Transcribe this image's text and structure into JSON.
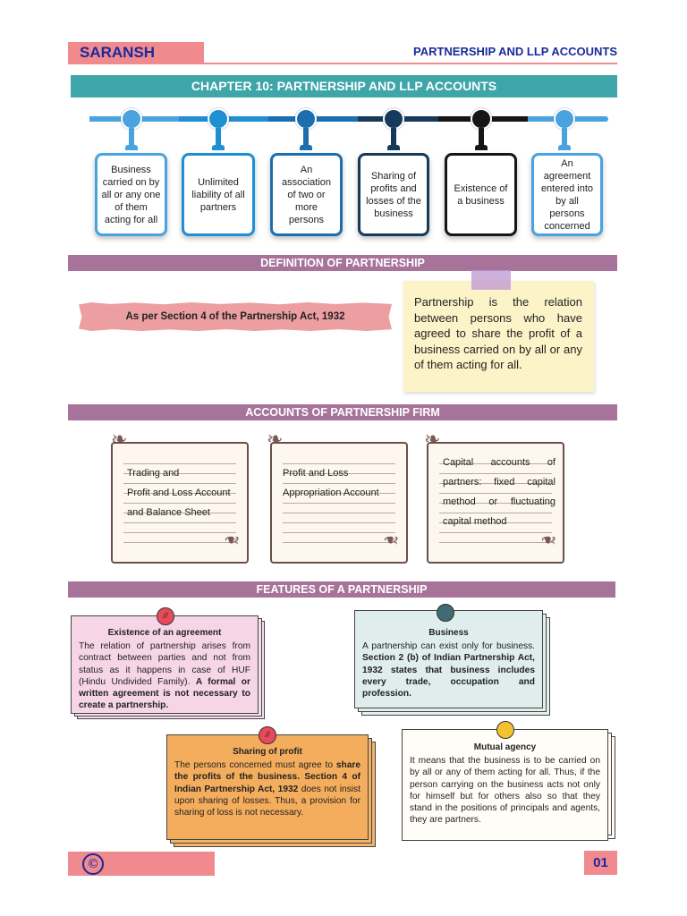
{
  "header": {
    "brand": "SARANSH",
    "title": "PARTNERSHIP AND LLP ACCOUNTS"
  },
  "chapter_title": "CHAPTER 10:  PARTNERSHIP AND LLP ACCOUNTS",
  "timeline": [
    {
      "text": "Business carried on by all or any one of them acting for all",
      "color": "#4aa3de"
    },
    {
      "text": "Unlimited liability of all partners",
      "color": "#1f8fd4"
    },
    {
      "text": "An association of two or more persons",
      "color": "#1b6fb0"
    },
    {
      "text": "Sharing of profits and losses of the business",
      "color": "#163a5c"
    },
    {
      "text": "Existence of a business",
      "color": "#161616"
    },
    {
      "text": "An agreement entered into by all persons concerned",
      "color": "#4aa3de"
    }
  ],
  "definition": {
    "heading": "DEFINITION OF PARTNERSHIP",
    "source": "As per Section 4 of the Partnership Act, 1932",
    "text": "Partnership is the relation between persons who have agreed to share the profit of a business carried on by all or any of them acting for all."
  },
  "accounts": {
    "heading": "ACCOUNTS OF PARTNERSHIP FIRM",
    "items": [
      [
        "Trading and",
        "Profit and Loss Account",
        "and Balance Sheet"
      ],
      [
        "Profit and Loss",
        "Appropriation Account"
      ],
      [
        "Capital accounts of",
        "partners: fixed capital",
        "method or fluctuating",
        "capital method"
      ]
    ]
  },
  "features": {
    "heading": "FEATURES OF A PARTNERSHIP",
    "agreement": {
      "title": "Existence of an agreement",
      "text": "The relation of partnership arises from contract between parties and not from status as it happens in case of HUF (Hindu Undivided Family). ",
      "bold": "A formal or written agreement is not necessary to create a partnership."
    },
    "business": {
      "title": "Business",
      "text": "A partnership can exist only for business. ",
      "bold": "Section 2 (b) of Indian Partnership Act, 1932 states that business includes every trade, occupation and profession."
    },
    "profit": {
      "title": "Sharing of profit",
      "text1": "The persons concerned must agree to ",
      "bold1": "share the profits of the business. Section 4 of Indian Partnership Act, 1932",
      "text2": " does not insist upon sharing of losses. Thus, a provision for sharing of loss is not necessary."
    },
    "agency": {
      "title": "Mutual agency",
      "text": "It means that the business is to be carried on by all or any of them acting for all. Thus, if the person carrying on the business acts not only for himself but for others also so that they stand in the positions of principals and agents, they are partners."
    }
  },
  "footer": {
    "copyright": "©",
    "page": "01"
  }
}
